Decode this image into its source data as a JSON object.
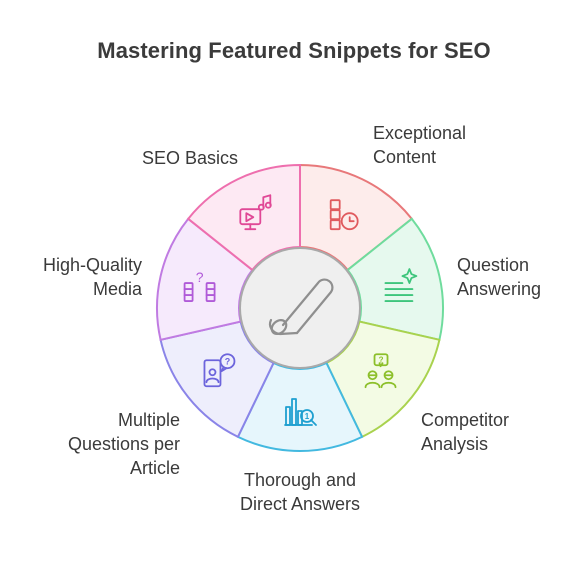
{
  "title": "Mastering Featured Snippets for SEO",
  "center": {
    "icon": "rolled-paper-icon"
  },
  "segments": [
    {
      "id": "seo-basics",
      "lines": [
        "SEO Basics"
      ],
      "icon": "blocks-clock-icon",
      "fill": "#fdeceb",
      "stroke": "#e8787a",
      "iconColor": "#e05a5e"
    },
    {
      "id": "exceptional-content",
      "lines": [
        "Exceptional",
        "Content"
      ],
      "icon": "sparkle-text-icon",
      "fill": "#e6f9ee",
      "stroke": "#6fdc9d",
      "iconColor": "#3ec57c"
    },
    {
      "id": "question-answering",
      "lines": [
        "Question",
        "Answering"
      ],
      "icon": "people-question-icon",
      "fill": "#f3fbe4",
      "stroke": "#a9d24e",
      "iconColor": "#8cbf2a"
    },
    {
      "id": "competitor-analysis",
      "lines": [
        "Competitor",
        "Analysis"
      ],
      "icon": "bar-chart-magnifier-icon",
      "fill": "#e6f6fc",
      "stroke": "#43b9e0",
      "iconColor": "#1e9fd0"
    },
    {
      "id": "thorough-answers",
      "lines": [
        "Thorough and",
        "Direct Answers"
      ],
      "icon": "person-speech-question-icon",
      "fill": "#eeeefc",
      "stroke": "#8a84e8",
      "iconColor": "#6c64dc"
    },
    {
      "id": "multiple-questions",
      "lines": [
        "Multiple",
        "Questions per",
        "Article"
      ],
      "icon": "columns-question-icon",
      "fill": "#f6eafc",
      "stroke": "#c07be2",
      "iconColor": "#b05ad8"
    },
    {
      "id": "high-quality-media",
      "lines": [
        "High-Quality",
        "Media"
      ],
      "icon": "monitor-music-icon",
      "fill": "#fde9f3",
      "stroke": "#ee6fae",
      "iconColor": "#e04896"
    }
  ]
}
